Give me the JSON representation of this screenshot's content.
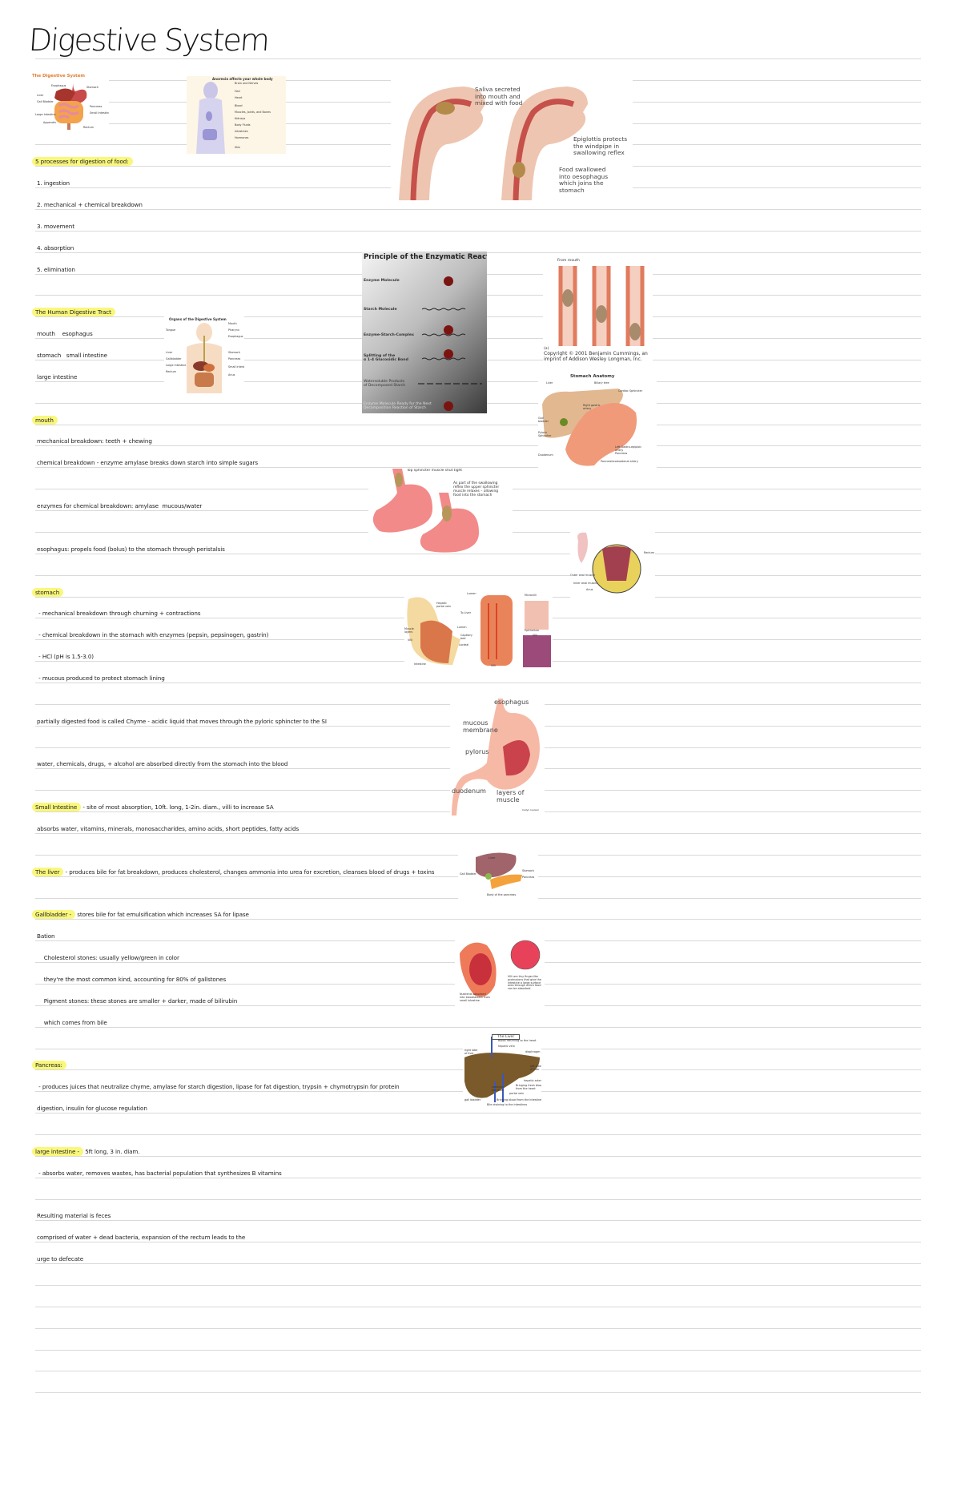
{
  "page": {
    "title": "Digestive System",
    "highlight_color": "#f9f77c",
    "rule_color": "#d9d9d9"
  },
  "notes": [
    {
      "label": "5 processes for digestion of food:",
      "text": ""
    },
    {
      "text": "1. ingestion"
    },
    {
      "text": "2. mechanical + chemical breakdown"
    },
    {
      "text": "3. movement"
    },
    {
      "text": "4. absorption"
    },
    {
      "text": "5. elimination"
    },
    {
      "label": "The Human Digestive Tract",
      "text": ""
    },
    {
      "text": "mouth    esophagus"
    },
    {
      "text": "stomach   small intestine"
    },
    {
      "text": "large intestine"
    },
    {
      "label": "mouth",
      "text": ""
    },
    {
      "text": "mechanical breakdown: teeth + chewing"
    },
    {
      "text": "chemical breakdown - enzyme amylase breaks down starch into simple sugars"
    },
    {
      "text": "enzymes for chemical breakdown: amylase  mucous/water"
    },
    {
      "text": "esophagus: propels food (bolus) to the stomach through peristalsis"
    },
    {
      "label": "stomach",
      "text": ""
    },
    {
      "text": " - mechanical breakdown through churning + contractions"
    },
    {
      "text": " - chemical breakdown in the stomach with enzymes (pepsin, pepsinogen, gastrin)"
    },
    {
      "text": " - HCl (pH is 1.5-3.0)"
    },
    {
      "text": " - mucous produced to protect stomach lining"
    },
    {
      "text": "partially digested food is called Chyme - acidic liquid that moves through the pyloric sphincter to the SI"
    },
    {
      "text": "water, chemicals, drugs, + alcohol are absorbed directly from the stomach into the blood"
    },
    {
      "label": "Small Intestine",
      "text": " - site of most absorption, 10ft. long, 1-2in. diam., villi to increase SA"
    },
    {
      "text": "absorbs water, vitamins, minerals, monosaccharides, amino acids, short peptides, fatty acids"
    },
    {
      "label": "The liver",
      "text": " - produces bile for fat breakdown, produces cholesterol, changes ammonia into urea for excretion, cleanses blood of drugs + toxins"
    },
    {
      "label": "Gallbladder -",
      "text": " stores bile for fat emulsification which increases SA for lipase"
    },
    {
      "text": "Bation"
    },
    {
      "text": "    Cholesterol stones: usually yellow/green in color"
    },
    {
      "text": "    they're the most common kind, accounting for 80% of gallstones"
    },
    {
      "text": "    Pigment stones: these stones are smaller + darker, made of bilirubin"
    },
    {
      "text": "    which comes from bile"
    },
    {
      "label": "Pancreas:",
      "text": ""
    },
    {
      "text": " - produces juices that neutralize chyme, amylase for starch digestion, lipase for fat digestion, trypsin + chymotrypsin for protein"
    },
    {
      "text": "digestion, insulin for glucose regulation"
    },
    {
      "label": "large intestine -",
      "text": " 5ft long, 3 in. diam."
    },
    {
      "text": " - absorbs water, removes wastes, has bacterial population that synthesizes B vitamins"
    },
    {
      "text": "Resulting material is feces"
    },
    {
      "text": "comprised of water + dead bacteria, expansion of the rectum leads to the"
    },
    {
      "text": "urge to defecate"
    }
  ],
  "figures": {
    "digestive_system": {
      "title": "The Digestive System",
      "labels": [
        "Esophagus",
        "Stomach",
        "Liver",
        "Gall Bladder",
        "Pancreas",
        "Small Intestine",
        "Large Intestine",
        "Appendix",
        "Rectum"
      ]
    },
    "anorexia": {
      "title": "Anorexia affects your whole body",
      "labels": [
        "Brain and Nerves",
        "Hair",
        "Heart",
        "Blood",
        "Muscles, Joints, and Bones",
        "Kidneys",
        "Body Fluids",
        "Intestines",
        "Hormones",
        "Skin"
      ]
    },
    "swallowing": {
      "labels": [
        "Saliva secreted\ninto mouth and\nmixed with food",
        "Epiglottis protects\nthe windpipe in\nswallowing reflex",
        "Food swallowed\ninto oesophagus\nwhich joins the\nstomach"
      ]
    },
    "enzymatic": {
      "title": "Principle of the Enzymatic Reaction",
      "labels": [
        "Enzyme Molecule",
        "Starch Molecule",
        "Enzyme-Starch-Complex",
        "Splitting of the\nα 1-4 Glucosidic Bond",
        "Watersoluble Products\nof Decomposed Starch",
        "Enzyme Molecule Ready for the Next\nDecomposition Reaction of Starch"
      ]
    },
    "peristalsis": {
      "labels": [
        "From mouth",
        "(a)",
        "Copyright © 2001 Benjamin Cummings, an imprint of Addison Wesley Longman, Inc."
      ]
    },
    "organs": {
      "title": "Organs of the Digestive System",
      "labels": [
        "Mouth",
        "Tongue",
        "Pharynx",
        "Esophagus",
        "Liver",
        "Stomach",
        "Gallbladder",
        "Pancreas",
        "Large intestine",
        "Small intestine",
        "Rectum",
        "Anus"
      ]
    },
    "stomach_anatomy": {
      "title": "Stomach Anatomy",
      "labels": [
        "Liver",
        "Biliary tree",
        "Cardiac Sphincter",
        "Right gastric\nartery",
        "Gall\nbladder",
        "Pyloric\nSphincter",
        "Left Gastro-epiploic\nartery",
        "Duodenum",
        "Pancreas",
        "Pancreaticoduodenal artery"
      ]
    },
    "sphincter": {
      "labels": [
        "Top sphincter muscle shut tight",
        "As part of the swallowing\nreflex the upper sphincter\nmuscle relaxes – allowing\nfood into the stomach"
      ]
    },
    "rectum": {
      "labels": [
        "Rectum",
        "Outer anal muscle",
        "Inner anal muscle",
        "Anus"
      ]
    },
    "villi": {
      "labels": [
        "Hepatic\nportal vein",
        "To Liver",
        "Muscle\nlayers",
        "Lumen",
        "Villi",
        "Intestine",
        "Lumen",
        "Capillary\nbed",
        "Lacteal",
        "Villi",
        "Microvilli",
        "Epithelium",
        "Villi"
      ]
    },
    "stomach": {
      "labels": [
        "esophagus",
        "mucous\nmembrane",
        "pylorus",
        "duodenum",
        "layers of\nmuscle",
        "Cailyn Iverson"
      ]
    },
    "liver_pancreas": {
      "labels": [
        "Liver",
        "Gall Bladder",
        "Stomach",
        "Pancreas",
        "Body of the pancreas"
      ]
    },
    "villi_absorb": {
      "labels": [
        "Nutrients absorbed\ninto bloodstream from\nsmall intestine",
        "Villi are tiny finger-like\nprotrusions that give the\nintestine a large surface\narea through which food\ncan be absorbed"
      ]
    },
    "liver": {
      "title": "The Liver",
      "labels": [
        "Blood returning to the heart",
        "hepatic vein",
        "right lobe\nof liver",
        "diaphragm",
        "left lobe\nof liver",
        "hepatic artery",
        "Bringing fresh blood\nfrom the heart",
        "common\nbile duct",
        "portal vein",
        "Bringing blood from the intestines",
        "gall bladder",
        "Bile draining to the intestines"
      ]
    }
  }
}
